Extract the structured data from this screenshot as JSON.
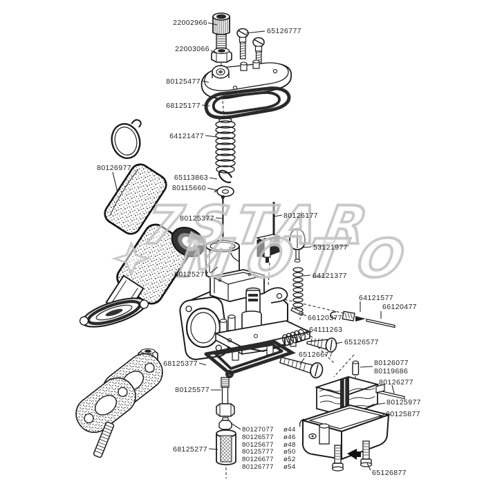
{
  "ink_color": "#1b1b1b",
  "watermark": {
    "line1": "7STAR",
    "line2": "MOTO",
    "color": "#c6c6c6"
  },
  "callouts": {
    "cable_adjuster": "22002966",
    "cover_screws": "65126777",
    "adjuster_nut": "22003066",
    "top_cover": "80125477",
    "cover_gasket": "68125177",
    "slide_spring": "64121477",
    "intake_sleeve": "80126977",
    "needle_clip": "65113863",
    "needle_washer": "80115660",
    "jet_needle": "80125377",
    "needle_jet": "80126177",
    "tickler": "53121977",
    "tickler_spring": "64121377",
    "throttle_slide": "80125277",
    "float_valve": "64121577",
    "valve_pin": "66120477",
    "small_pin": "66120377",
    "idle_spring": "64111263",
    "idle_screw": "65126577",
    "air_screw": "65126677",
    "bowl_gasket": "68125377",
    "needle_pin_a": "80126077",
    "needle_pin_b": "80119686",
    "float_pivot_pin": "80126277",
    "float": "80125977",
    "float_bowl": "80125877",
    "jet_holder": "80125577",
    "fuel_filter": "68125277",
    "bowl_screws": "65126877"
  },
  "jets": [
    {
      "part": "80127077",
      "size": "ø44"
    },
    {
      "part": "80126577",
      "size": "ø46"
    },
    {
      "part": "80125677",
      "size": "ø48"
    },
    {
      "part": "80125777",
      "size": "ø50"
    },
    {
      "part": "80126677",
      "size": "ø52"
    },
    {
      "part": "80126777",
      "size": "ø54"
    }
  ]
}
